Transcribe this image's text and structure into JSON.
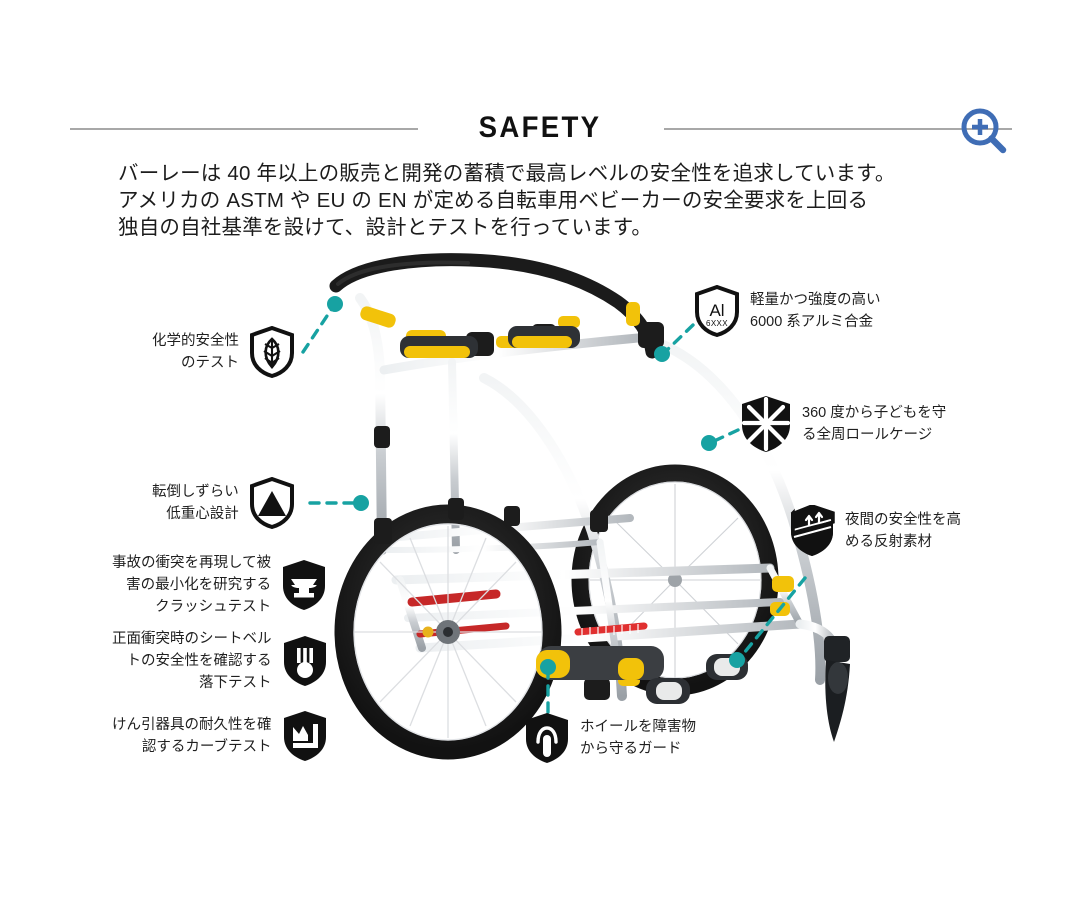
{
  "header": {
    "title": "SAFETY",
    "zoom_icon": "magnifier-plus-icon",
    "accent_color": "#3f6db5",
    "rule_color": "#a8a8a8"
  },
  "intro": {
    "text": "バーレーは 40 年以上の販売と開発の蓄積で最高レベルの安全性を追求しています。\nアメリカの ASTM や EU の EN が定める自転車用ベビーカーの安全要求を上回る\n独自の自社基準を設けて、設計とテストを行っています。"
  },
  "product": {
    "name": "bicycle-trailer-frame",
    "alt": "バーレー 自転車用ベビーカー フレーム"
  },
  "accents": {
    "teal": "#17a2a2",
    "badge_black": "#111111"
  },
  "features": [
    {
      "id": "chemical-safety-test",
      "icon": "leaf-shield-icon",
      "label": "化学的安全性\nのテスト",
      "side": "left"
    },
    {
      "id": "low-center-of-gravity",
      "icon": "triangle-shield-icon",
      "label": "転倒しずらい\n低重心設計",
      "side": "left"
    },
    {
      "id": "crash-test",
      "icon": "anvil-shield-icon",
      "label": "事故の衝突を再現して被\n害の最小化を研究する\nクラッシュテスト",
      "side": "left"
    },
    {
      "id": "drop-test",
      "icon": "medal-shield-icon",
      "label": "正面衝突時のシートベル\nトの安全性を確認する\n落下テスト",
      "side": "left"
    },
    {
      "id": "curb-test",
      "icon": "curb-shield-icon",
      "label": "けん引器具の耐久性を確\n認するカーブテスト",
      "side": "left"
    },
    {
      "id": "aluminium-alloy",
      "icon": "aluminium-shield-icon",
      "badge_text_main": "Al",
      "badge_text_sub": "6XXX",
      "label": "軽量かつ強度の高い\n6000 系アルミ合金",
      "side": "right"
    },
    {
      "id": "roll-cage",
      "icon": "rollcage-shield-icon",
      "label": "360 度から子どもを守\nる全周ロールケージ",
      "side": "right"
    },
    {
      "id": "reflective-material",
      "icon": "reflector-shield-icon",
      "label": "夜間の安全性を高\nめる反射素材",
      "side": "right"
    },
    {
      "id": "wheel-guard",
      "icon": "wheelguard-shield-icon",
      "label": "ホイールを障害物\nから守るガード",
      "side": "below"
    }
  ]
}
